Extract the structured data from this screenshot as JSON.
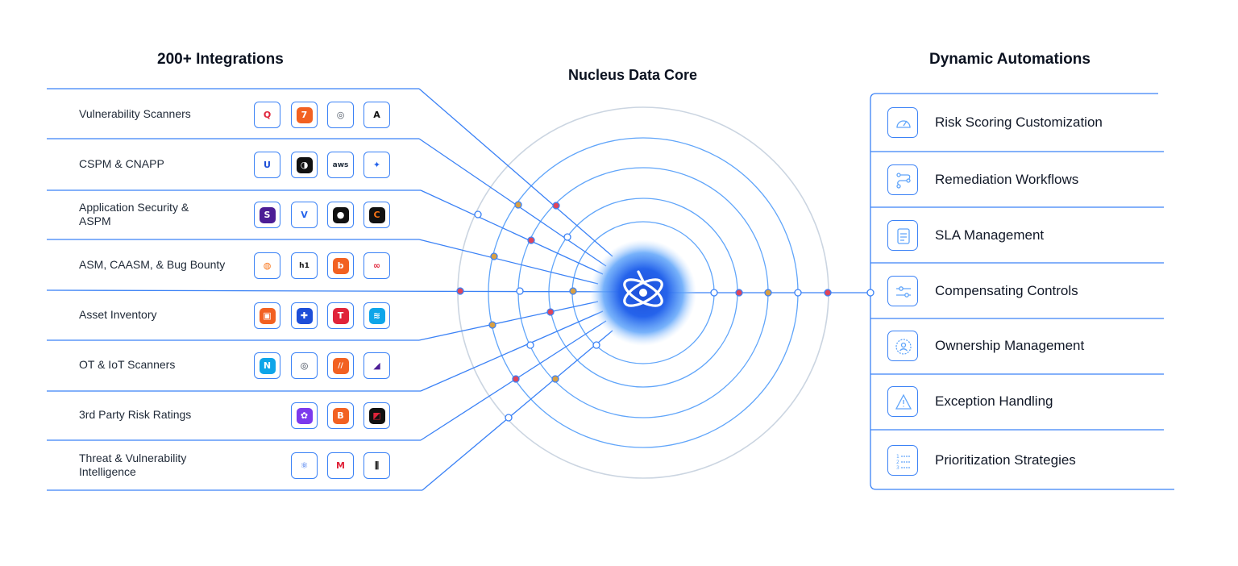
{
  "headings": {
    "integrations": "200+ Integrations",
    "core": "Nucleus Data Core",
    "automations": "Dynamic Automations"
  },
  "categories": [
    {
      "label": "Vulnerability Scanners",
      "logos": [
        "qualys-logo",
        "rapid7-logo",
        "tenable-logo",
        "arctic-wolf-logo"
      ]
    },
    {
      "label": "CSPM & CNAPP",
      "logos": [
        "lacework-logo",
        "orca-logo",
        "aws-logo",
        "wiz-logo"
      ]
    },
    {
      "label": "Application Security & ASPM",
      "logos": [
        "snyk-logo",
        "veracode-logo",
        "github-logo",
        "checkmarx-logo"
      ]
    },
    {
      "label": "ASM, CAASM, & Bug Bounty",
      "logos": [
        "censys-logo",
        "hackerone-logo",
        "bugcrowd-logo",
        "jupiterone-logo"
      ]
    },
    {
      "label": "Asset Inventory",
      "logos": [
        "servicenow-logo",
        "defender-logo",
        "axonius-logo",
        "att-logo"
      ]
    },
    {
      "label": "OT & IoT Scanners",
      "logos": [
        "nozomi-logo",
        "tenable-ot-logo",
        "claroty-logo",
        "armis-logo"
      ]
    },
    {
      "label": "3rd Party Risk Ratings",
      "logos": [
        "securityscorecard-logo",
        "bitsight-logo",
        "upguard-logo"
      ]
    },
    {
      "label": "Threat & Vulnerability Intelligence",
      "logos": [
        "nucleus-intel-logo",
        "mandiant-logo",
        "recorded-future-logo"
      ]
    }
  ],
  "automations": [
    {
      "label": "Risk Scoring Customization",
      "icon": "gauge-icon"
    },
    {
      "label": "Remediation Workflows",
      "icon": "workflow-icon"
    },
    {
      "label": "SLA Management",
      "icon": "clipboard-icon"
    },
    {
      "label": "Compensating Controls",
      "icon": "sliders-icon"
    },
    {
      "label": "Ownership Management",
      "icon": "badge-user-icon"
    },
    {
      "label": "Exception Handling",
      "icon": "warning-icon"
    },
    {
      "label": "Prioritization Strategies",
      "icon": "numbered-list-icon"
    }
  ],
  "colors": {
    "line": "#3b82f6",
    "ring": "#60a5fa",
    "outer_ring": "#cbd5e1",
    "node_red": "#e0455a",
    "node_orange": "#d9a044",
    "node_white": "#ffffff",
    "core_glow": "#2563eb"
  }
}
